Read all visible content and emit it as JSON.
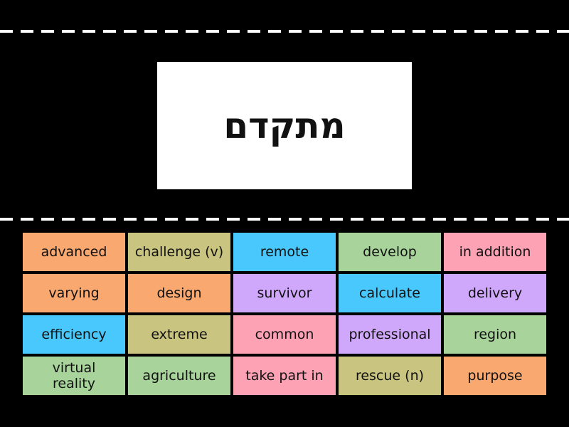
{
  "question": "מתקדם",
  "colors": {
    "orange": "#f9a870",
    "olive": "#c9c47f",
    "blue": "#48c8fc",
    "green": "#a8d49b",
    "pink": "#fda1b4",
    "purple": "#d0a8fb"
  },
  "tiles": [
    {
      "label": "advanced",
      "color": "orange"
    },
    {
      "label": "challenge (v)",
      "color": "olive"
    },
    {
      "label": "remote",
      "color": "blue"
    },
    {
      "label": "develop",
      "color": "green"
    },
    {
      "label": "in addition",
      "color": "pink"
    },
    {
      "label": "varying",
      "color": "orange"
    },
    {
      "label": "design",
      "color": "orange"
    },
    {
      "label": "survivor",
      "color": "purple"
    },
    {
      "label": "calculate",
      "color": "blue"
    },
    {
      "label": "delivery",
      "color": "purple"
    },
    {
      "label": "efficiency",
      "color": "blue"
    },
    {
      "label": "extreme",
      "color": "olive"
    },
    {
      "label": "common",
      "color": "pink"
    },
    {
      "label": "professional",
      "color": "purple"
    },
    {
      "label": "region",
      "color": "green"
    },
    {
      "label": "virtual reality",
      "color": "green"
    },
    {
      "label": "agriculture",
      "color": "green"
    },
    {
      "label": "take part in",
      "color": "pink"
    },
    {
      "label": "rescue (n)",
      "color": "olive"
    },
    {
      "label": "purpose",
      "color": "orange"
    }
  ]
}
